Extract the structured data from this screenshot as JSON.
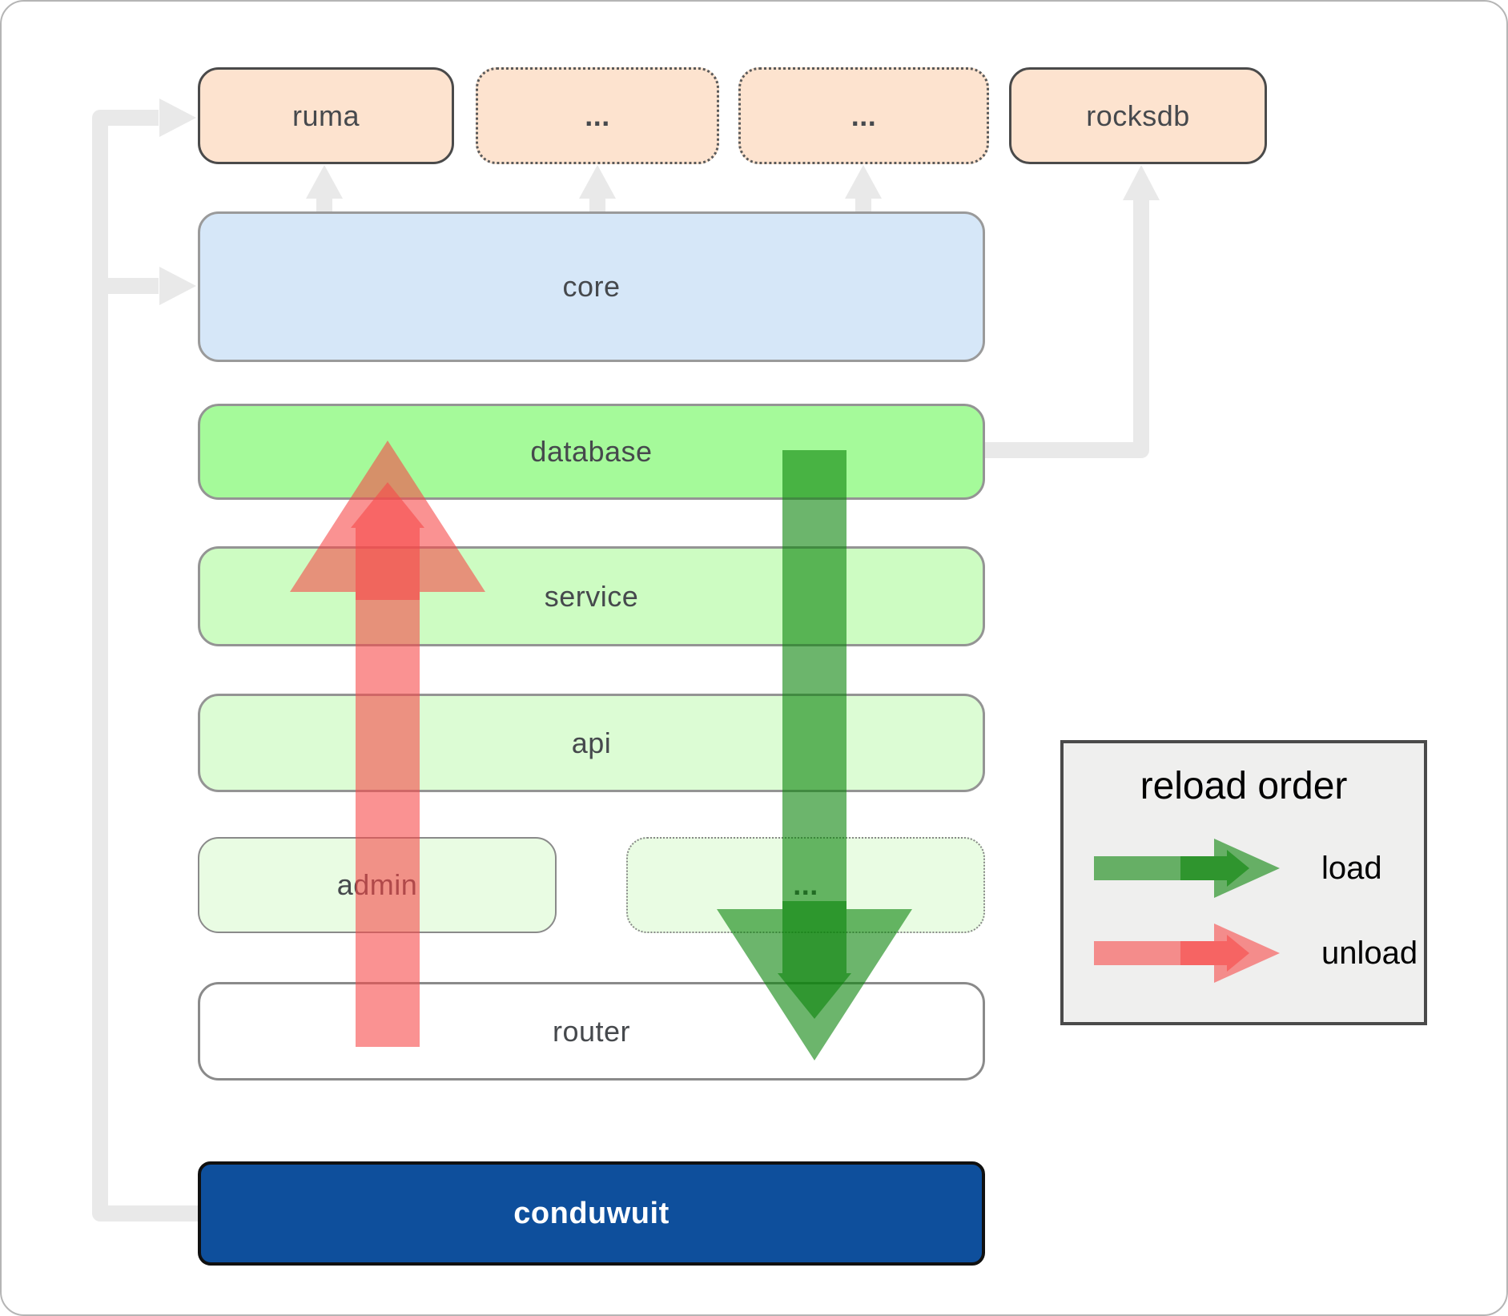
{
  "diagram": {
    "top_row": {
      "ruma": "ruma",
      "ellipsis_1": "...",
      "ellipsis_2": "...",
      "rocksdb": "rocksdb"
    },
    "stack": {
      "core": "core",
      "database": "database",
      "service": "service",
      "api": "api",
      "admin": "admin",
      "ellipsis_3": "...",
      "router": "router",
      "conduwuit": "conduwuit"
    }
  },
  "legend": {
    "title": "reload order",
    "load_label": "load",
    "unload_label": "unload"
  },
  "colors": {
    "peach": "#fde3cf",
    "blue": "#d6e7f8",
    "green1": "#a5fa9a",
    "green2": "#cdfcc2",
    "green3": "#dcfcd4",
    "green4": "#e9fce3",
    "navy": "#0e4f9c",
    "gray-line": "#e9e9e9",
    "arrow-red": "#f74949",
    "arrow-green": "#0a840a",
    "legend-bg": "#efefee"
  }
}
